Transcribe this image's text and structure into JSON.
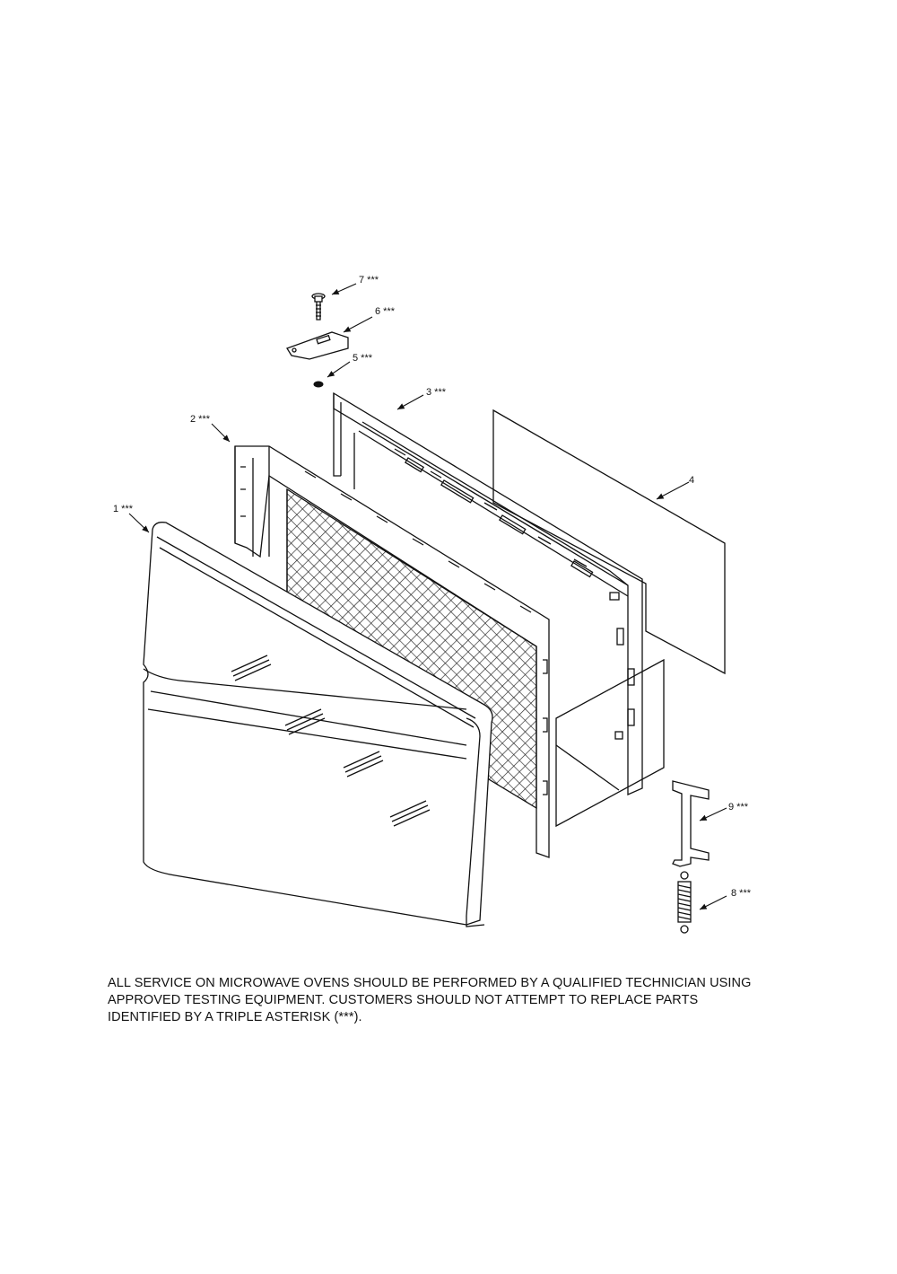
{
  "callouts": [
    {
      "id": "1",
      "text": "1 ***"
    },
    {
      "id": "2",
      "text": "2 ***"
    },
    {
      "id": "3",
      "text": "3 ***"
    },
    {
      "id": "4",
      "text": "4"
    },
    {
      "id": "5",
      "text": "5 ***"
    },
    {
      "id": "6",
      "text": "6 ***"
    },
    {
      "id": "7",
      "text": "7 ***"
    },
    {
      "id": "8",
      "text": "8 ***"
    },
    {
      "id": "9",
      "text": "9 ***"
    }
  ],
  "notice": {
    "line1": "ALL SERVICE ON MICROWAVE OVENS SHOULD BE PERFORMED BY A  QUALIFIED TECHNICIAN USING",
    "line2": "APPROVED TESTING EQUIPMENT.  CUSTOMERS SHOULD NOT ATTEMPT TO REPLACE PARTS",
    "line3": "IDENTIFIED BY A TRIPLE ASTERISK (***)."
  }
}
